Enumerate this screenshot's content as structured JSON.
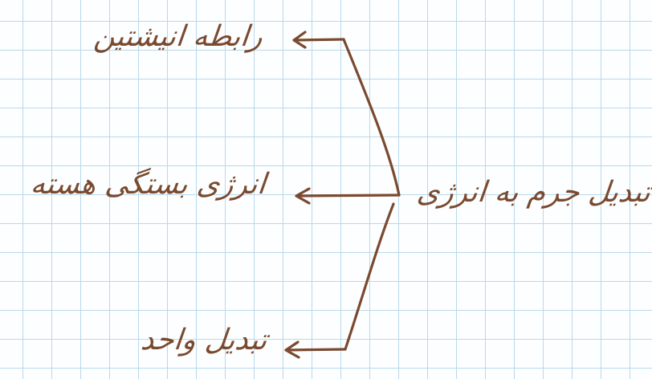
{
  "diagram": {
    "main_topic": "تبدیل جرم به انرژی",
    "branches": [
      "رابطه انیشتین",
      "انرژی بستگی هسته",
      "تبدیل واحد"
    ]
  },
  "style": {
    "ink_color": "#7a4a2f",
    "grid_color": "#b9d9ea",
    "paper_color": "#fdfeff"
  }
}
